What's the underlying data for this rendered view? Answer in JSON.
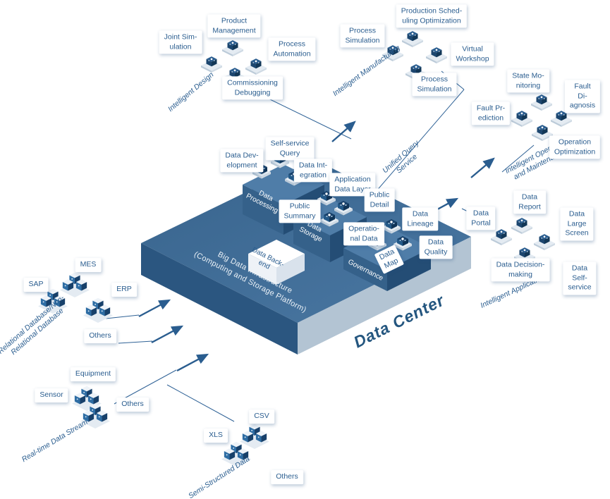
{
  "platform": {
    "title": "Data Center",
    "infrastructure_label": "Big Data Infrastructure\n(Computing and Storage Platform)"
  },
  "flows": {
    "unified_query": "Unified Query\nService"
  },
  "groups": {
    "design": "Intelligent Design",
    "manufacturing": "Intelligent Manufacturing",
    "operation": "Intelligent Operation\nand Maintenance",
    "application": "Intelligent Application",
    "relational": "Relational Database/Non-\nRelational Database",
    "realtime": "Real-time Data Stream",
    "semi": "Semi-Structured Data"
  },
  "design": {
    "joint_simulation": "Joint Sim-\nulation",
    "product_management": "Product\nManagement",
    "process_automation": "Process\nAutomation",
    "commissioning": "Commissioning\nDebugging"
  },
  "manufacturing": {
    "process_simulation_a": "Process\nSimulation",
    "production_scheduling": "Production Sched-\nuling Optimization",
    "virtual_workshop": "Virtual\nWorkshop",
    "process_simulation_b": "Process\nSimulation"
  },
  "operation": {
    "state_monitoring": "State Mo-\nnitoring",
    "fault_diagnosis": "Fault Di-\nagnosis",
    "fault_prediction": "Fault Pr-\nediction",
    "operation_optimization": "Operation\nOptimization"
  },
  "application": {
    "data_portal": "Data\nPortal",
    "data_report": "Data\nReport",
    "data_large_screen": "Data Large\nScreen",
    "data_decision": "Data Decision-\nmaking",
    "data_self_service": "Data Self-\nservice"
  },
  "middle": {
    "self_service_query": "Self-service\nQuery",
    "data_development": "Data Dev-\nelopment",
    "data_integration": "Data Int-\negration",
    "application_data_layer": "Application\nData Layer",
    "public_detail": "Public\nDetail",
    "public_summary": "Public\nSummary",
    "operational_data": "Operatio-\nnal Data",
    "data_lineage": "Data\nLineage",
    "data_quality": "Data\nQuality",
    "data_map": "Data\nMap",
    "governance": "Governance",
    "data_processing": "Data\nProcessing",
    "data_storage": "Data\nStorage",
    "data_backend": "Data Back-\nend"
  },
  "sources": {
    "sap": "SAP",
    "mes": "MES",
    "erp": "ERP",
    "others_db": "Others",
    "equipment": "Equipment",
    "sensor": "Sensor",
    "others_realtime": "Others",
    "xls": "XLS",
    "csv": "CSV",
    "others_semi": "Others"
  },
  "colors": {
    "accent": "#2a5d8f",
    "platform_top": "#3e6b93",
    "platform_left": "#2b5680",
    "platform_right": "#b3c4d3",
    "cube_dark": "#17406a",
    "cube_mid": "#2e6da4",
    "label_bg": "#ffffff"
  }
}
